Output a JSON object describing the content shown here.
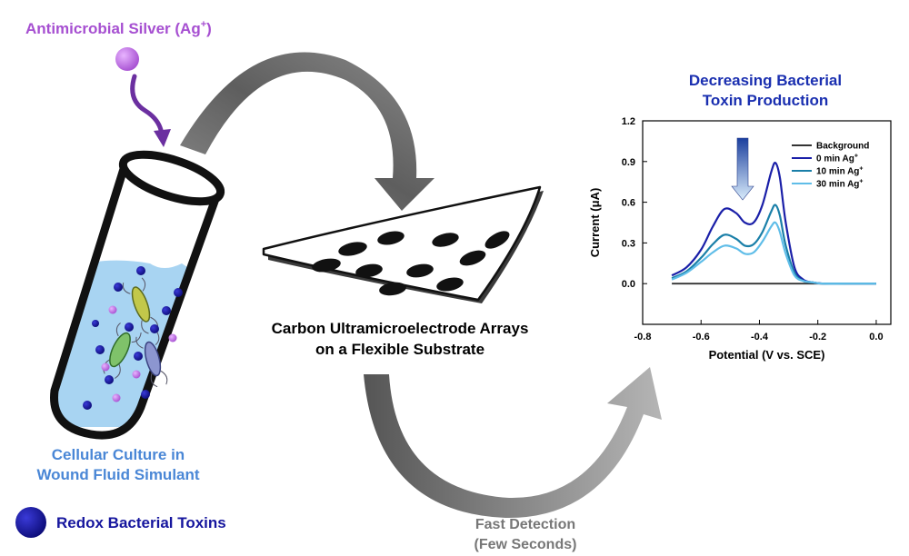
{
  "labels": {
    "silver": "Antimicrobial Silver (Ag",
    "silver_sup": "+",
    "silver_close": ")",
    "arrays_line1": "Carbon Ultramicroelectrode Arrays",
    "arrays_line2": "on a Flexible Substrate",
    "culture_line1": "Cellular Culture in",
    "culture_line2": "Wound Fluid Simulant",
    "toxins": "Redox Bacterial Toxins",
    "detection_line1": "Fast Detection",
    "detection_line2": "(Few Seconds)",
    "plot_title_line1": "Decreasing Bacterial",
    "plot_title_line2": "Toxin Production"
  },
  "colors": {
    "silver": "#a64fd1",
    "toxin": "#16169e",
    "culture_text": "#4a87d6",
    "plot_title": "#1a2fb0",
    "arrow_gray": "#777777",
    "liquid": "#a8d4f2"
  },
  "chart_data": {
    "type": "line",
    "title": "Decreasing Bacterial Toxin Production",
    "xlabel": "Potential (V vs. SCE)",
    "ylabel": "Current (μA)",
    "xlim": [
      -0.8,
      0.05
    ],
    "ylim": [
      -0.3,
      1.2
    ],
    "xticks": [
      -0.8,
      -0.6,
      -0.4,
      -0.2,
      0.0
    ],
    "xtick_labels": [
      "-0.8",
      "-0.6",
      "-0.4",
      "-0.2",
      "0.0"
    ],
    "yticks": [
      0.0,
      0.3,
      0.6,
      0.9,
      1.2
    ],
    "ytick_labels": [
      "0.0",
      "0.3",
      "0.6",
      "0.9",
      "1.2"
    ],
    "legend_position": "top-right",
    "series": [
      {
        "name": "Background",
        "legend_main": "Background",
        "legend_sup": "",
        "color": "#333333",
        "x": [
          -0.7,
          -0.6,
          -0.5,
          -0.4,
          -0.3,
          -0.2,
          -0.1,
          0.0
        ],
        "y": [
          0.0,
          0.0,
          0.0,
          0.0,
          0.0,
          0.0,
          0.0,
          0.0
        ]
      },
      {
        "name": "0 min Ag+",
        "legend_main": "0 min Ag",
        "legend_sup": "+",
        "color": "#1a1fa8",
        "x": [
          -0.7,
          -0.65,
          -0.6,
          -0.56,
          -0.52,
          -0.48,
          -0.45,
          -0.42,
          -0.39,
          -0.36,
          -0.345,
          -0.33,
          -0.31,
          -0.28,
          -0.25,
          -0.22,
          -0.18,
          -0.1,
          0.0
        ],
        "y": [
          0.06,
          0.12,
          0.25,
          0.42,
          0.55,
          0.52,
          0.45,
          0.45,
          0.58,
          0.82,
          0.89,
          0.78,
          0.45,
          0.12,
          0.03,
          0.01,
          0.0,
          0.0,
          0.0
        ]
      },
      {
        "name": "10 min Ag+",
        "legend_main": "10 min Ag",
        "legend_sup": "+",
        "color": "#1a7fa8",
        "x": [
          -0.7,
          -0.65,
          -0.6,
          -0.56,
          -0.52,
          -0.48,
          -0.45,
          -0.42,
          -0.39,
          -0.36,
          -0.345,
          -0.33,
          -0.31,
          -0.28,
          -0.25,
          -0.22,
          -0.18,
          -0.1,
          0.0
        ],
        "y": [
          0.04,
          0.09,
          0.19,
          0.29,
          0.36,
          0.33,
          0.28,
          0.29,
          0.38,
          0.53,
          0.58,
          0.5,
          0.28,
          0.08,
          0.02,
          0.01,
          0.0,
          0.0,
          0.0
        ]
      },
      {
        "name": "30 min Ag+",
        "legend_main": "30 min Ag",
        "legend_sup": "+",
        "color": "#5fbde8",
        "x": [
          -0.7,
          -0.65,
          -0.6,
          -0.56,
          -0.52,
          -0.48,
          -0.45,
          -0.42,
          -0.39,
          -0.36,
          -0.345,
          -0.33,
          -0.31,
          -0.28,
          -0.25,
          -0.22,
          -0.18,
          -0.1,
          0.0
        ],
        "y": [
          0.03,
          0.08,
          0.16,
          0.23,
          0.28,
          0.26,
          0.22,
          0.23,
          0.31,
          0.42,
          0.45,
          0.38,
          0.22,
          0.06,
          0.02,
          0.01,
          0.0,
          0.0,
          0.0
        ]
      }
    ]
  }
}
